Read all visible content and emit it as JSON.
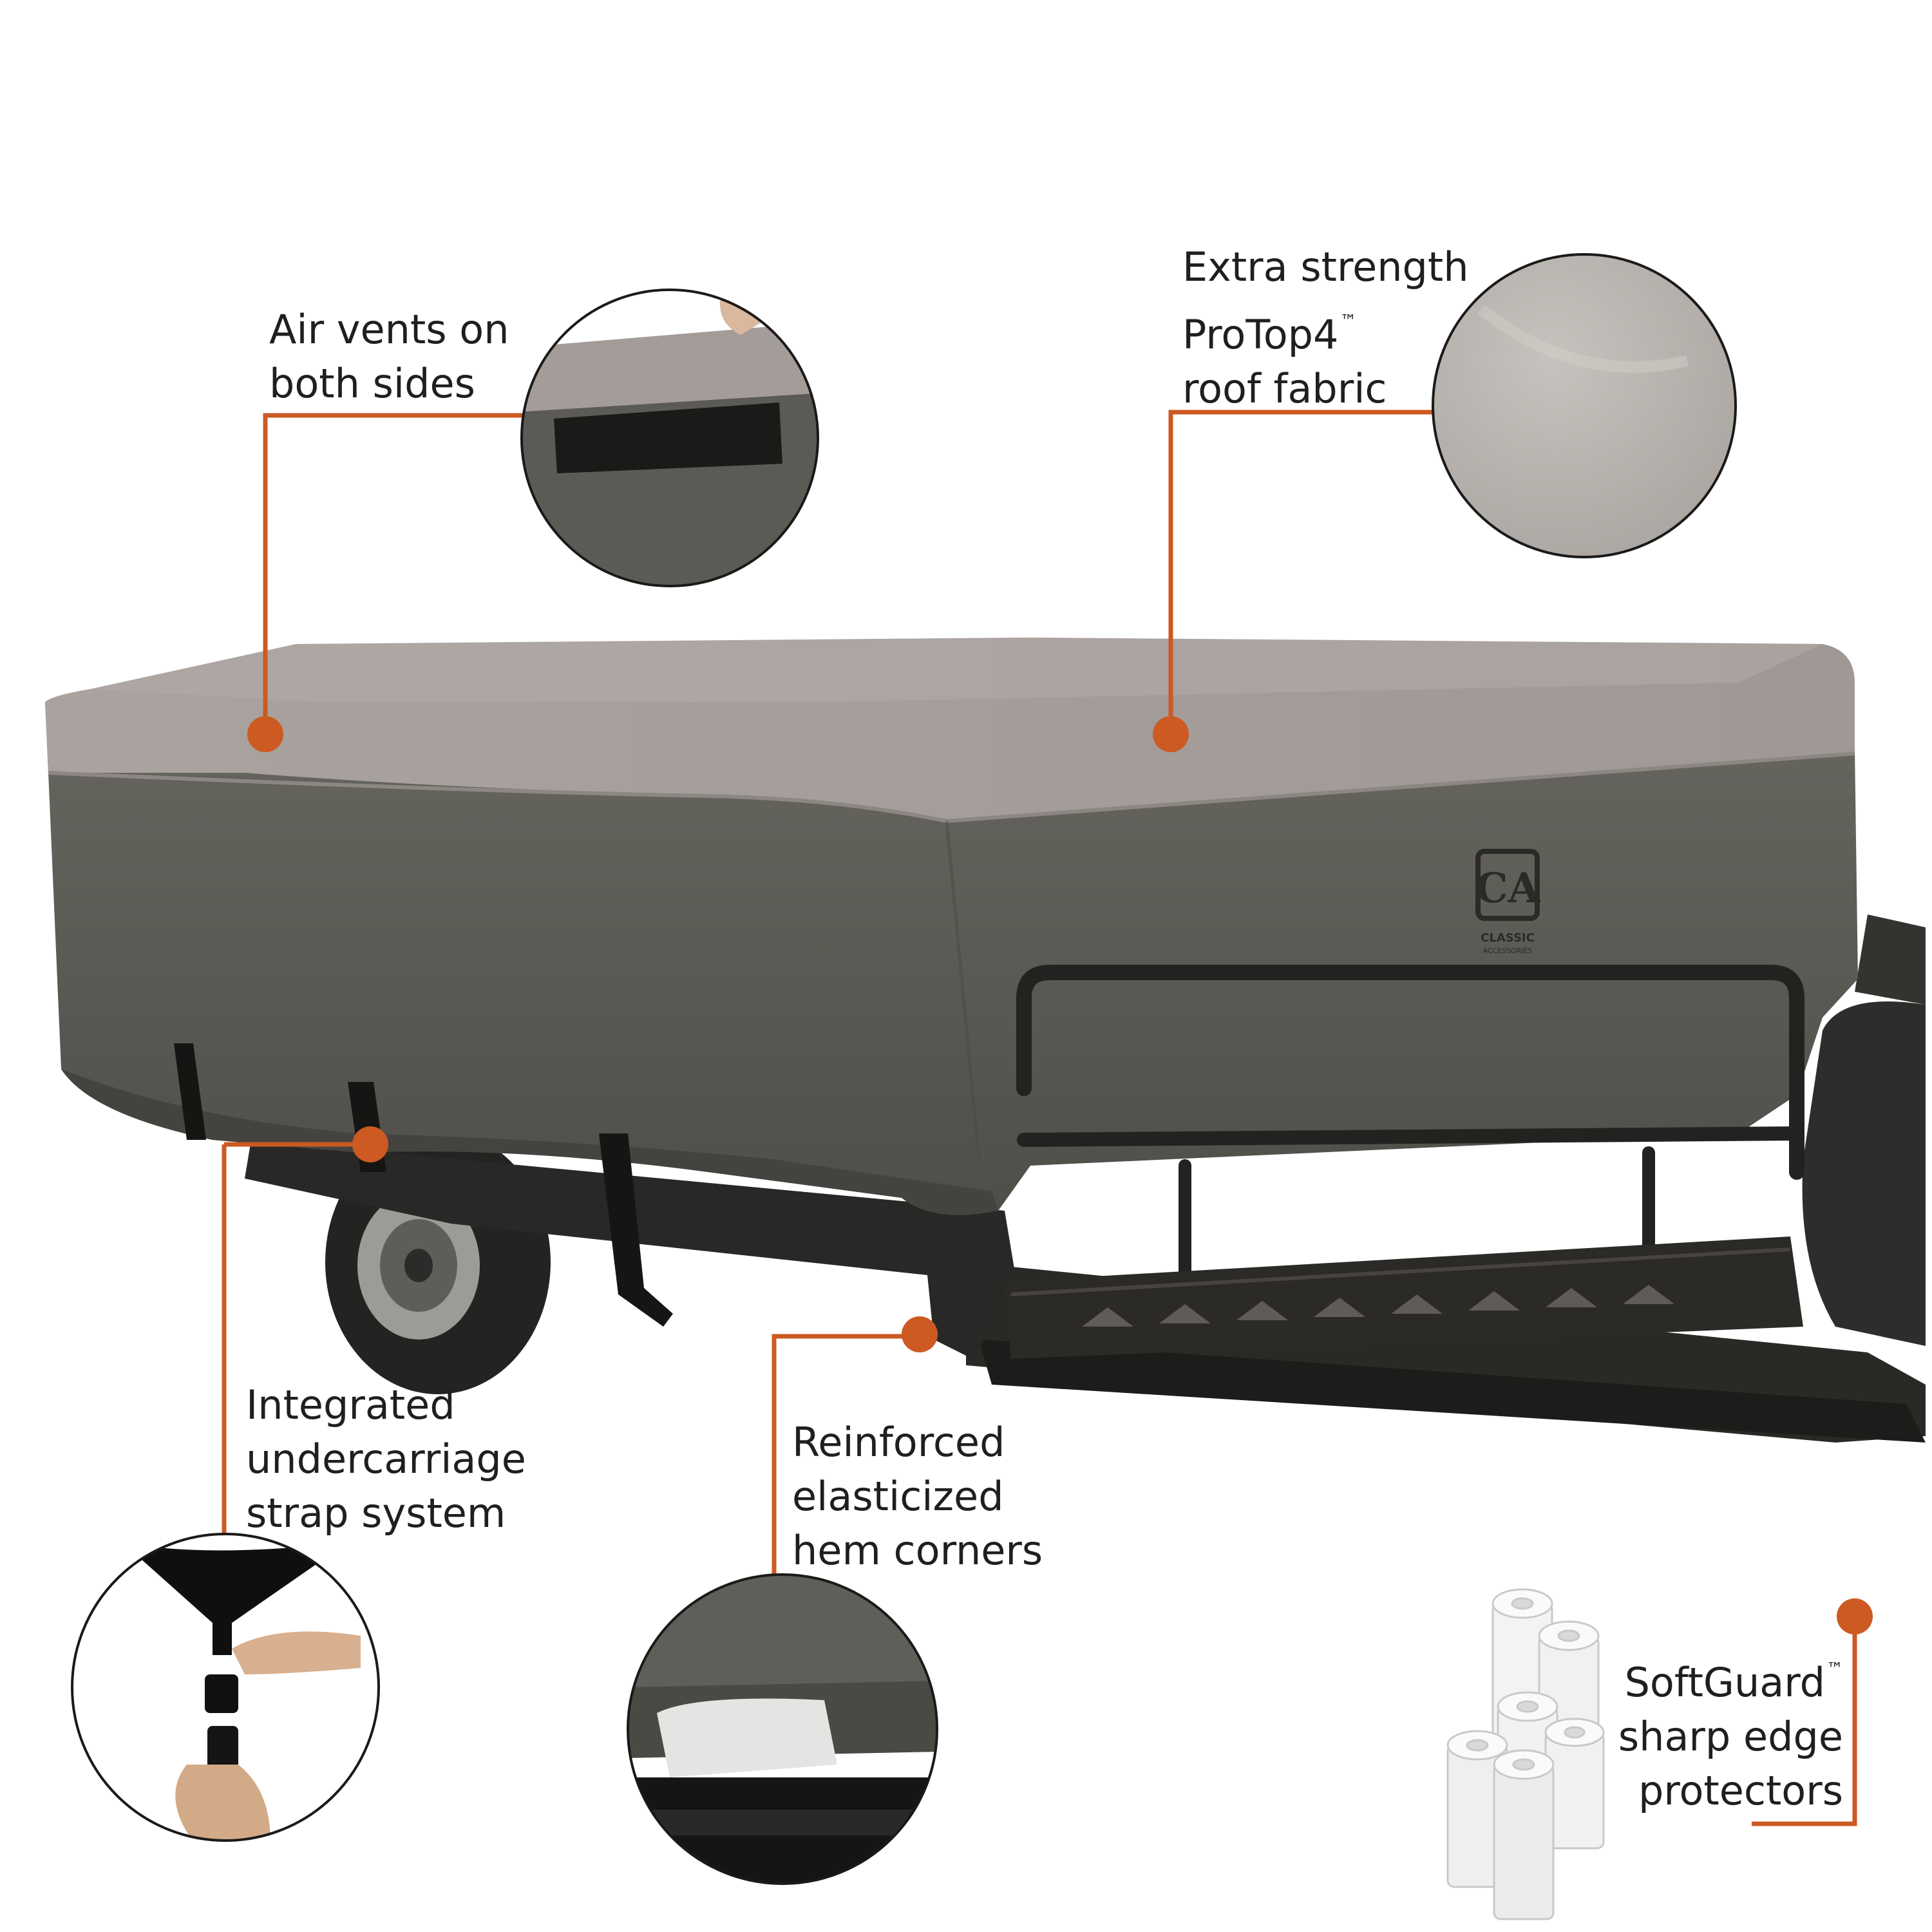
{
  "colors": {
    "accent": "#cc5a22",
    "text": "#1f1f1f",
    "cover_top": "#a7a09c",
    "cover_side": "#5e5d58",
    "background": "#ffffff"
  },
  "brand": {
    "logo_letters": "CA",
    "logo_name": "CLASSIC",
    "logo_sub": "ACCESSORIES"
  },
  "callouts": [
    {
      "id": "air-vents",
      "lines": [
        "Air vents on",
        "both sides"
      ]
    },
    {
      "id": "roof-fabric",
      "lines": [
        "Extra strength",
        "ProTop4",
        "roof fabric"
      ],
      "tm": "™"
    },
    {
      "id": "undercarriage",
      "lines": [
        "Integrated",
        "undercarriage",
        "strap system"
      ]
    },
    {
      "id": "hem-corners",
      "lines": [
        "Reinforced",
        "elasticized",
        "hem corners"
      ]
    },
    {
      "id": "edge-protectors",
      "lines": [
        "SoftGuard",
        "sharp edge",
        "protectors"
      ],
      "tm": "™"
    }
  ]
}
